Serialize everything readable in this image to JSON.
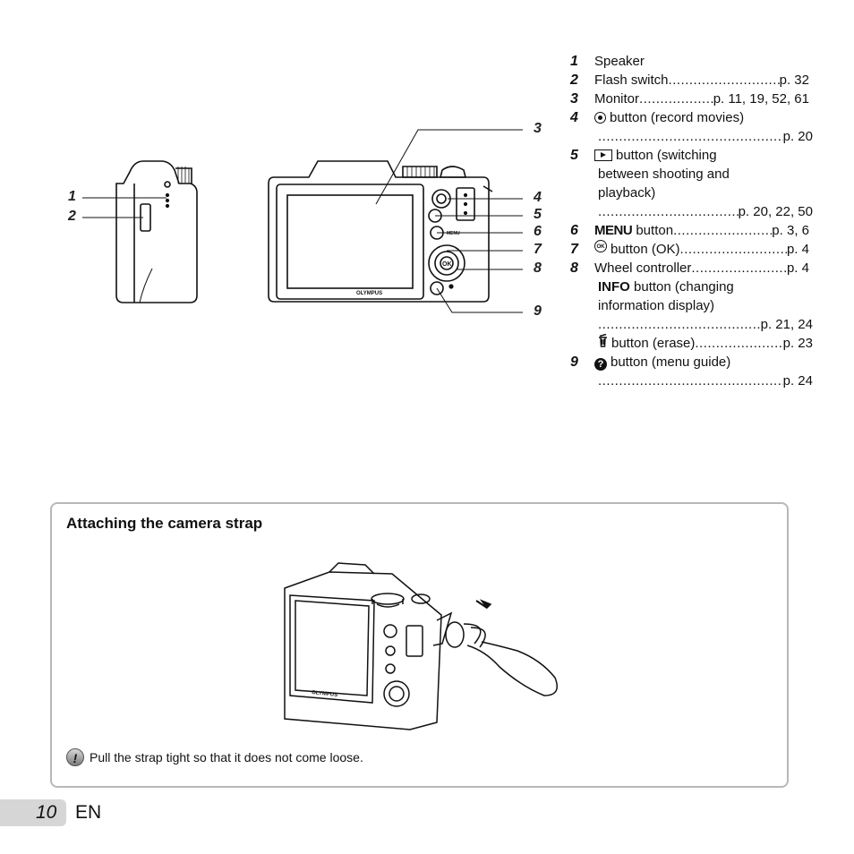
{
  "callouts": [
    "1",
    "2",
    "3",
    "4",
    "5",
    "6",
    "7",
    "8",
    "9"
  ],
  "camera": {
    "brand": "OLYMPUS",
    "menu_label": "MENU",
    "ok_label": "OK"
  },
  "parts": [
    {
      "num": "1",
      "label": "Speaker"
    },
    {
      "num": "2",
      "label": "Flash switch",
      "page": "p. 32"
    },
    {
      "num": "3",
      "label": "Monitor",
      "page": "p. 11, 19, 52, 61"
    },
    {
      "num": "4",
      "label": "button (record movies)",
      "icon": "record-movie-icon",
      "page": "p. 20"
    },
    {
      "num": "5",
      "icon": "playback-icon",
      "label_lines": [
        "button (switching",
        "between shooting and",
        "playback)"
      ],
      "page": "p. 20, 22, 50"
    },
    {
      "num": "6",
      "label_bold": "MENU",
      "label": "button",
      "page": "p. 3, 6"
    },
    {
      "num": "7",
      "icon": "ok-icon",
      "label": "button (OK)",
      "page": "p. 4"
    },
    {
      "num": "8",
      "label": "Wheel controller",
      "page": "p. 4"
    },
    {
      "label_bold": "INFO",
      "label_lines": [
        "button (changing",
        "information display)"
      ],
      "page": "p. 21, 24"
    },
    {
      "icon": "trash-icon",
      "label": "button (erase)",
      "page": "p. 23"
    },
    {
      "num": "9",
      "icon": "question-icon",
      "label": "button (menu guide)",
      "page": "p. 24"
    }
  ],
  "strap_section": {
    "title": "Attaching the camera strap",
    "note": "Pull the strap tight so that it does not come loose.",
    "note_icon": "exclamation-icon"
  },
  "footer": {
    "page_number": "10",
    "language": "EN"
  }
}
